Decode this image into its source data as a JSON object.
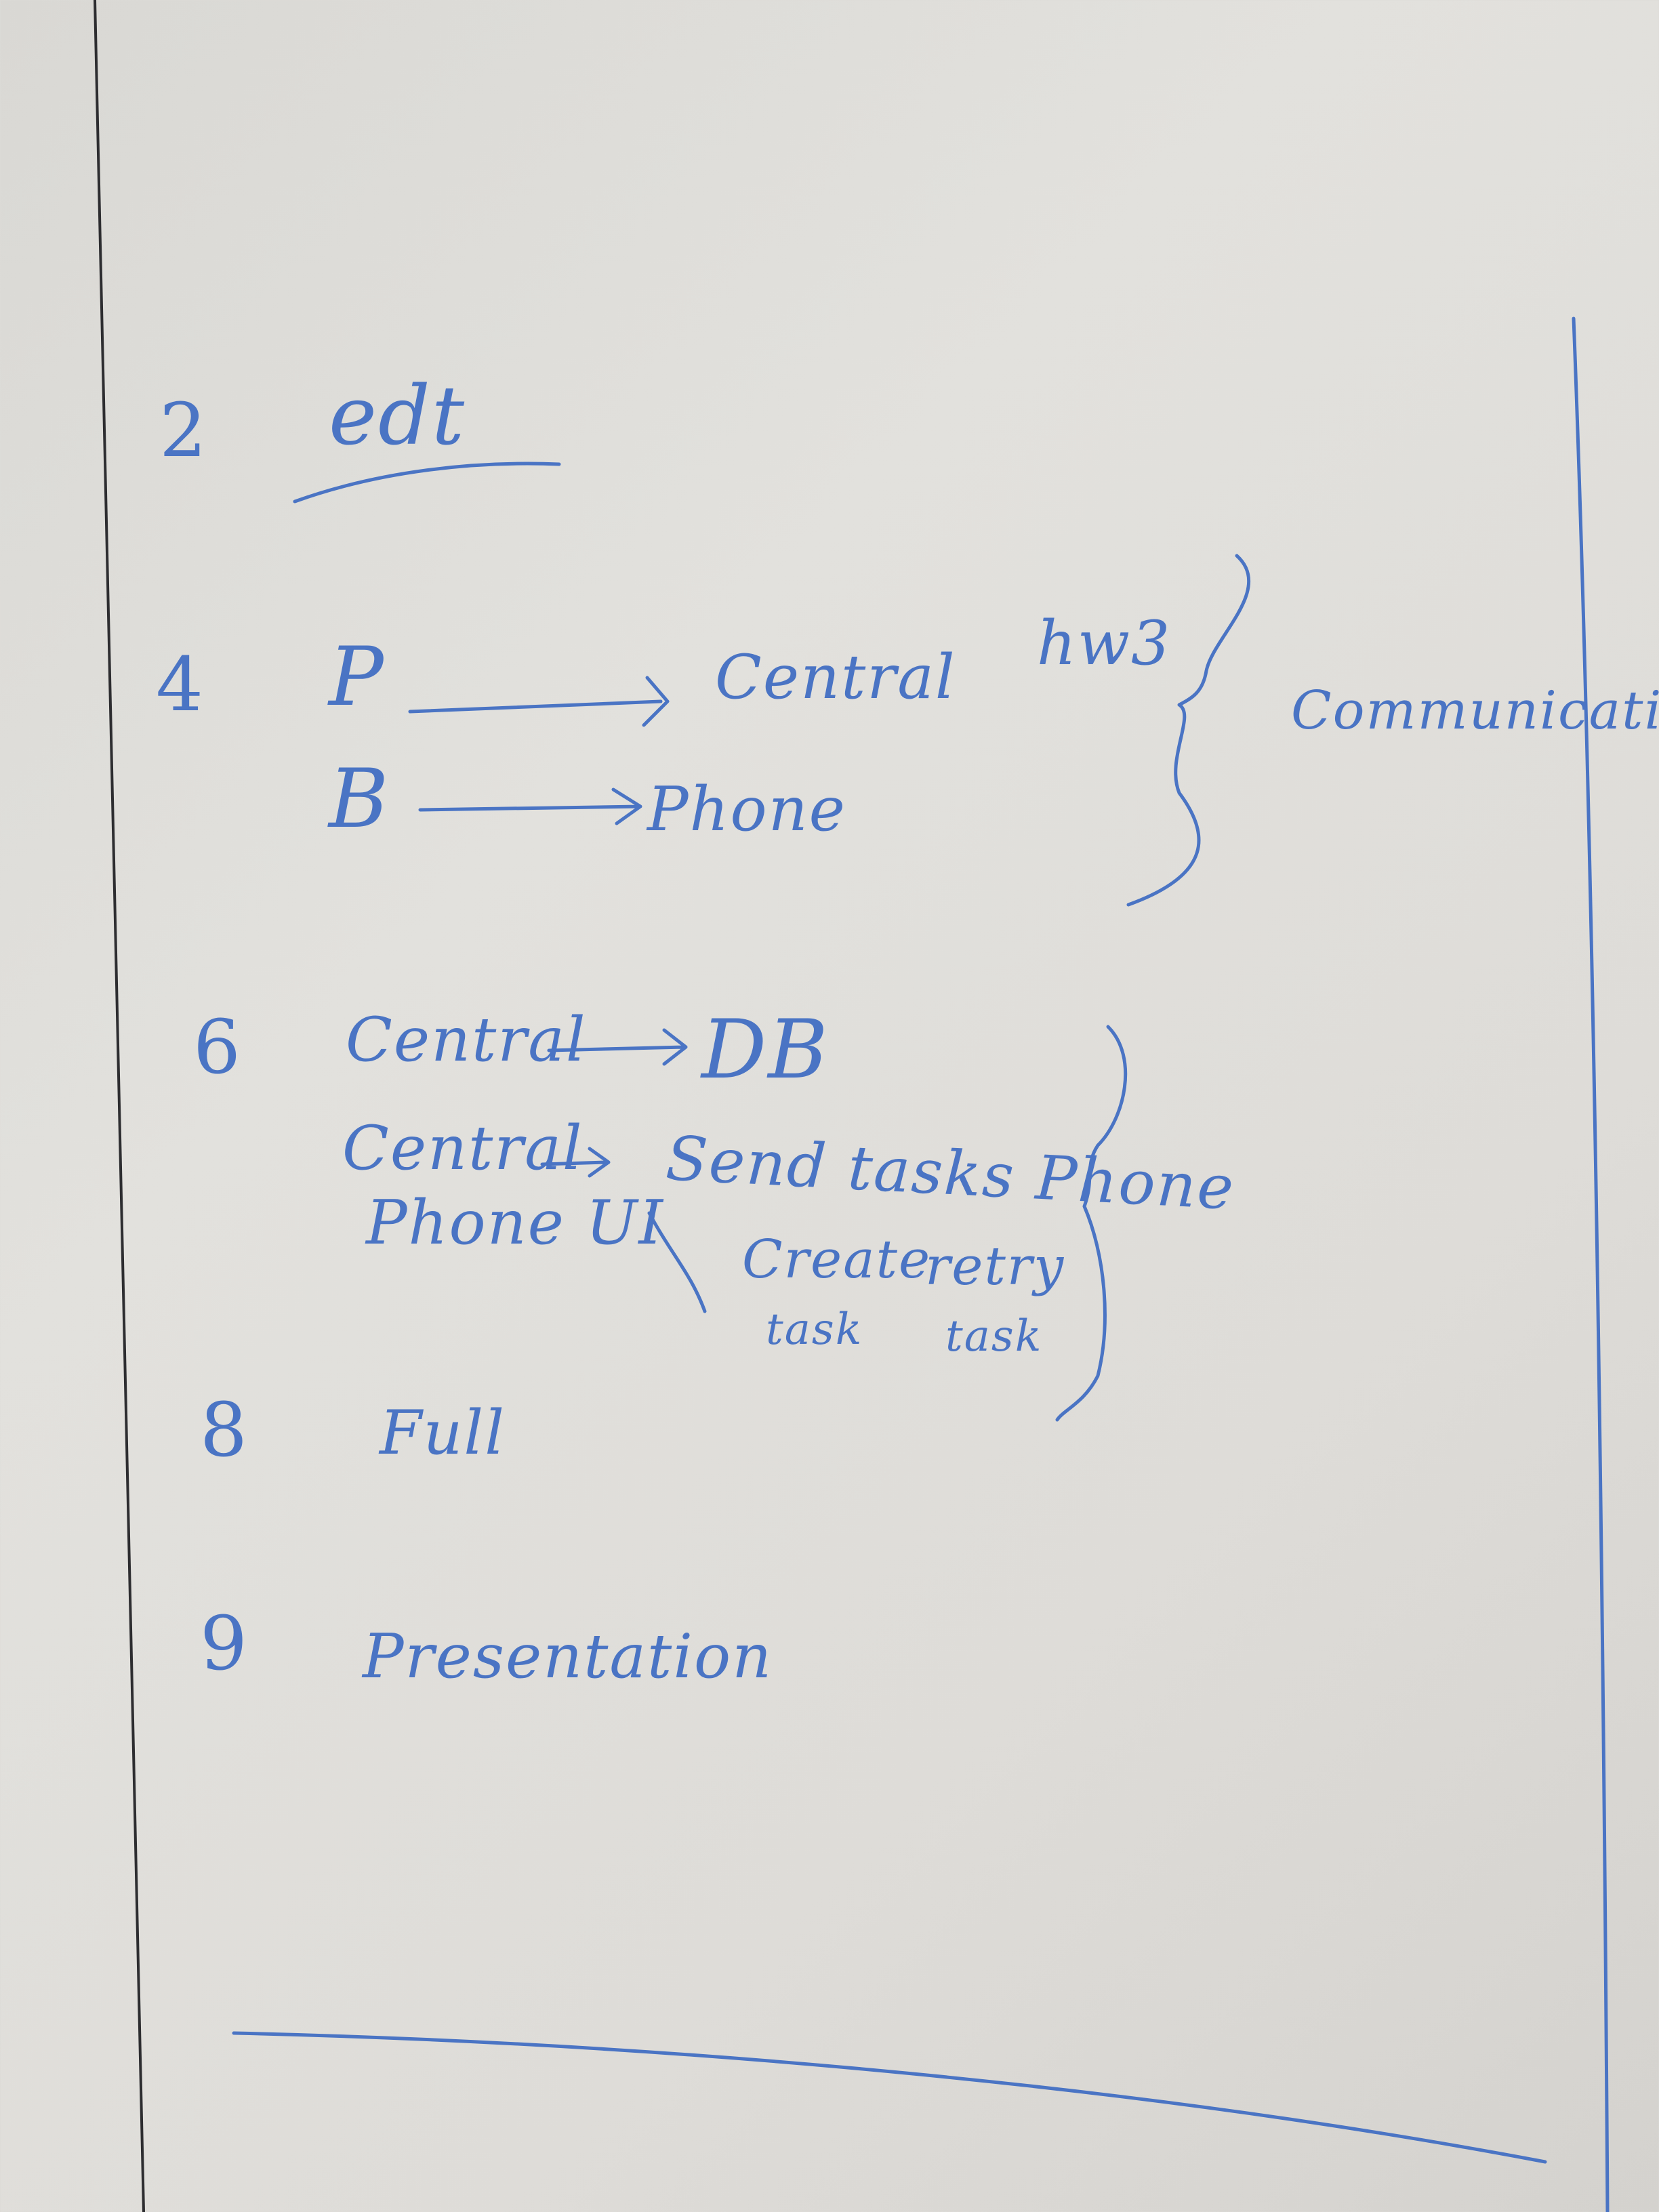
{
  "item_2": {
    "number": "2",
    "text": "edt"
  },
  "item_4": {
    "number": "4",
    "row1_left": "P",
    "row1_right": "Central",
    "row2_left": "B",
    "row2_right": "Phone",
    "side_note": "hw3",
    "brace_label": "Communicati"
  },
  "item_6": {
    "number": "6",
    "line1_left": "Central",
    "line1_right": "DB",
    "line2_left": "Central",
    "line2_right": "Send tasks Phone",
    "line3_left": "Phone UI",
    "line3_opt1_a": "Create",
    "line3_opt1_b": "task",
    "line3_opt2_a": "retry",
    "line3_opt2_b": "task"
  },
  "item_8": {
    "number": "8",
    "text": "Full"
  },
  "item_9": {
    "number": "9",
    "text": "Presentation"
  },
  "colors": {
    "marker": "#4a74c4",
    "board": "#dedcd8",
    "frame": "#2d2d30"
  }
}
